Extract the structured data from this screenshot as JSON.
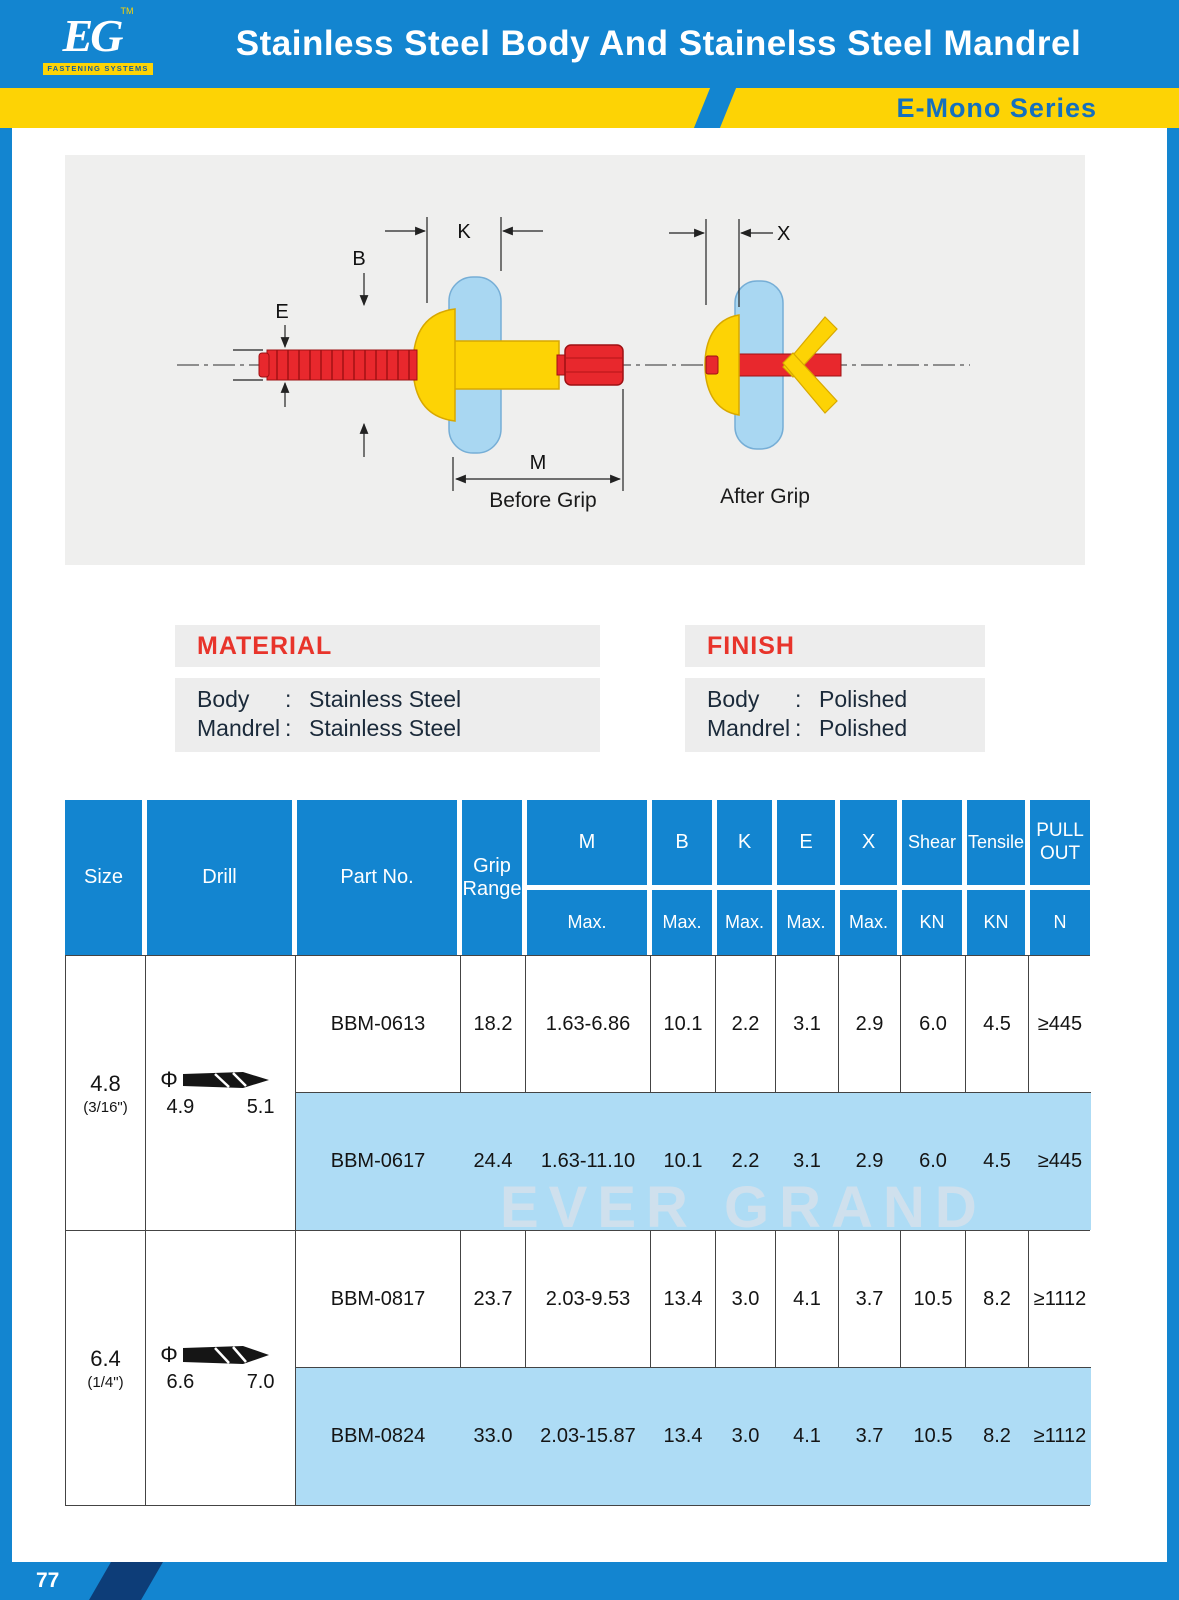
{
  "page": {
    "number": "77",
    "watermark": "EVER GRAND"
  },
  "header": {
    "logo_monogram": "EG",
    "logo_tm": "TM",
    "logo_caption": "FASTENING SYSTEMS",
    "title": "Stainless Steel Body And Stainelss Steel Mandrel",
    "series_label": "E-Mono  Series"
  },
  "diagram": {
    "dim_b": "B",
    "dim_k": "K",
    "dim_e": "E",
    "dim_x": "X",
    "dim_m": "M",
    "caption_before": "Before Grip",
    "caption_after": "After Grip"
  },
  "material": {
    "title": "MATERIAL",
    "rows": [
      {
        "label": "Body",
        "colon": ":",
        "value": "Stainless Steel"
      },
      {
        "label": "Mandrel",
        "colon": ":",
        "value": "Stainless Steel"
      }
    ]
  },
  "finish": {
    "title": "FINISH",
    "rows": [
      {
        "label": "Body",
        "colon": ":",
        "value": "Polished"
      },
      {
        "label": "Mandrel",
        "colon": ":",
        "value": "Polished"
      }
    ]
  },
  "table": {
    "headers": {
      "size": "Size",
      "drill": "Drill",
      "part_no": "Part No.",
      "m": "M",
      "grip_range": "Grip Range",
      "b": "B",
      "k": "K",
      "e": "E",
      "x": "X",
      "shear": "Shear",
      "tensile": "Tensile",
      "pull_out": "PULL OUT",
      "max": "Max.",
      "kn": "KN",
      "n": "N"
    },
    "groups": [
      {
        "size": "4.8",
        "size_note": "(3/16\")",
        "drill_symbol": "Φ",
        "drill_min": "4.9",
        "drill_max": "5.1",
        "rows": [
          {
            "part_no": "BBM-0613",
            "m_max": "18.2",
            "grip_range": "1.63-6.86",
            "b_max": "10.1",
            "k_max": "2.2",
            "e_max": "3.1",
            "x_max": "2.9",
            "shear_kn": "6.0",
            "tensile_kn": "4.5",
            "pull_out_n": "≥445"
          },
          {
            "part_no": "BBM-0617",
            "m_max": "24.4",
            "grip_range": "1.63-11.10",
            "b_max": "10.1",
            "k_max": "2.2",
            "e_max": "3.1",
            "x_max": "2.9",
            "shear_kn": "6.0",
            "tensile_kn": "4.5",
            "pull_out_n": "≥445"
          }
        ]
      },
      {
        "size": "6.4",
        "size_note": "(1/4\")",
        "drill_symbol": "Φ",
        "drill_min": "6.6",
        "drill_max": "7.0",
        "rows": [
          {
            "part_no": "BBM-0817",
            "m_max": "23.7",
            "grip_range": "2.03-9.53",
            "b_max": "13.4",
            "k_max": "3.0",
            "e_max": "4.1",
            "x_max": "3.7",
            "shear_kn": "10.5",
            "tensile_kn": "8.2",
            "pull_out_n": "≥1112"
          },
          {
            "part_no": "BBM-0824",
            "m_max": "33.0",
            "grip_range": "2.03-15.87",
            "b_max": "13.4",
            "k_max": "3.0",
            "e_max": "4.1",
            "x_max": "3.7",
            "shear_kn": "10.5",
            "tensile_kn": "8.2",
            "pull_out_n": "≥1112"
          }
        ]
      }
    ]
  }
}
